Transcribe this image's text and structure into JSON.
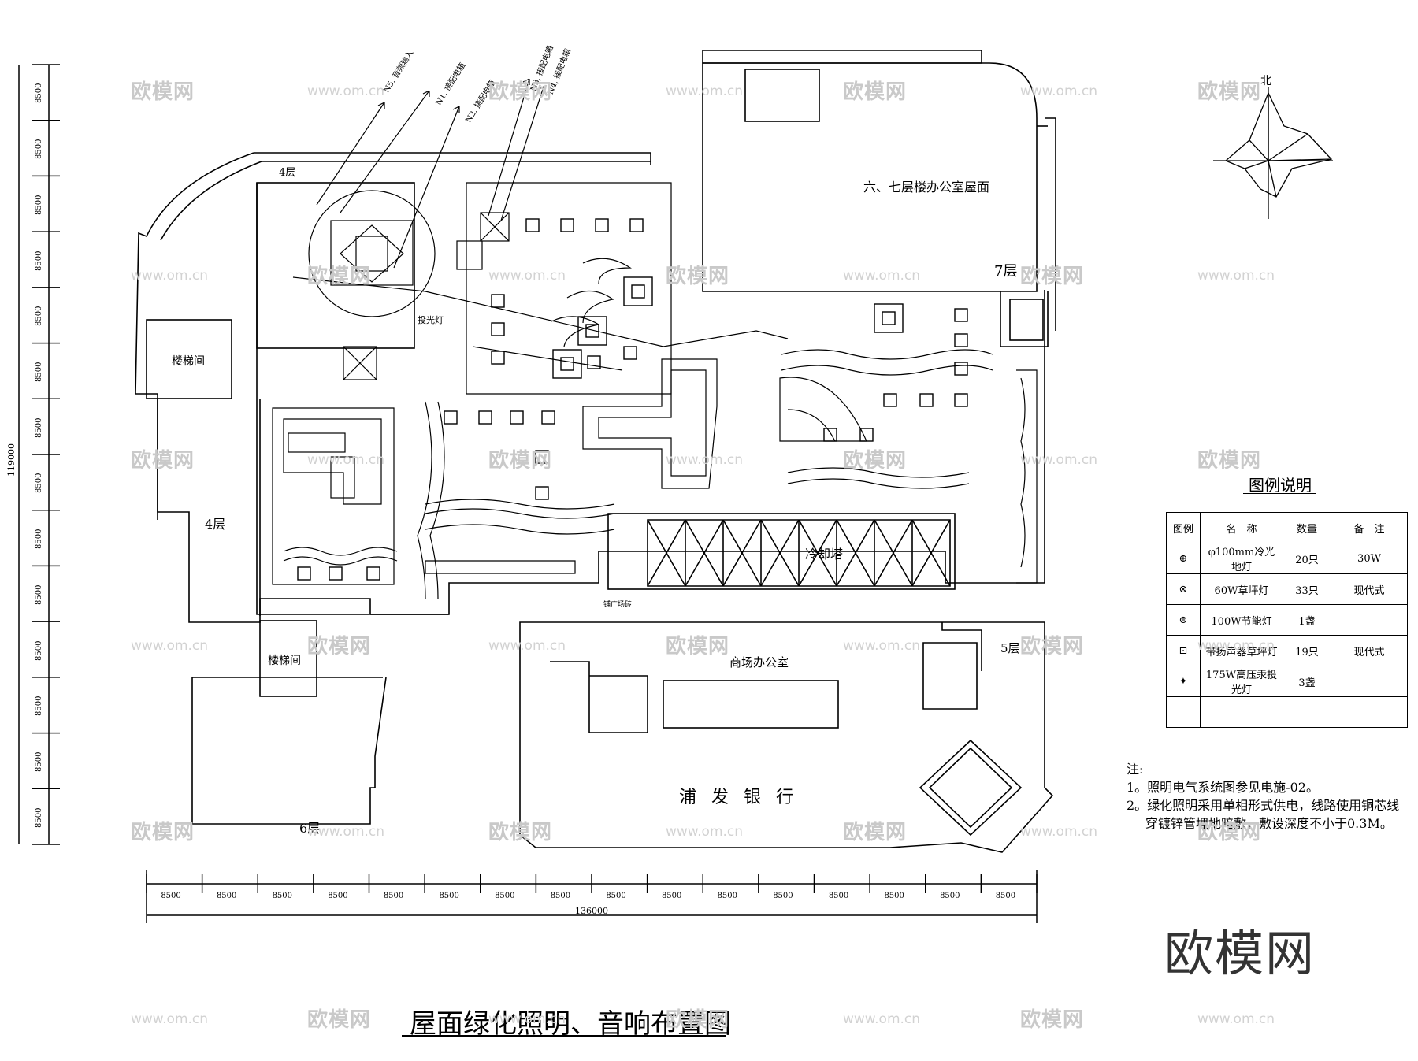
{
  "drawing_title": "屋面绿化照明、音响布置图",
  "compass": {
    "north": "北"
  },
  "dimensions": {
    "total_horizontal": "136000",
    "total_vertical": "119000",
    "horizontal_segments": [
      "8500",
      "8500",
      "8500",
      "8500",
      "8500",
      "8500",
      "8500",
      "8500",
      "8500",
      "8500",
      "8500",
      "8500",
      "8500",
      "8500",
      "8500",
      "8500"
    ],
    "vertical_segments": [
      "8500",
      "8500",
      "8500",
      "8500",
      "8500",
      "8500",
      "8500",
      "8500",
      "8500",
      "8500",
      "8500",
      "8500",
      "8500",
      "8500"
    ]
  },
  "room_labels": {
    "office_roof": "六、七层楼办公室屋面",
    "floor7": "7层",
    "floor4_top": "4层",
    "floor4_left": "4层",
    "stair_top": "楼梯间",
    "stair_bottom": "楼梯间",
    "floor6": "6层",
    "floor5": "5层",
    "cooling_tower": "冷却塔",
    "mall_office": "商场办公室",
    "bank": "浦 发 银 行",
    "plaza": "铺广场砖",
    "floodlight": "投光灯"
  },
  "circuit_labels": [
    "N5, 音频输入",
    "N1, 接配电箱",
    "N2, 接配电箱",
    "N3, 接配电箱",
    "N4, 接配电箱"
  ],
  "legend": {
    "title": "图例说明",
    "headers": [
      "图例",
      "名　称",
      "数量",
      "备　注"
    ],
    "rows": [
      {
        "symbol": "⊕",
        "name": "φ100mm冷光地灯",
        "qty": "20只",
        "note": "30W"
      },
      {
        "symbol": "⊗",
        "name": "60W草坪灯",
        "qty": "33只",
        "note": "现代式"
      },
      {
        "symbol": "⊜",
        "name": "100W节能灯",
        "qty": "1盏",
        "note": ""
      },
      {
        "symbol": "⊡",
        "name": "带扬声器草坪灯",
        "qty": "19只",
        "note": "现代式"
      },
      {
        "symbol": "✦",
        "name": "175W高压汞投光灯",
        "qty": "3盏",
        "note": ""
      },
      {
        "symbol": "",
        "name": "",
        "qty": "",
        "note": ""
      }
    ]
  },
  "notes": {
    "heading": "注:",
    "items": [
      "1。照明电气系统图参见电施-02。",
      "2。绿化照明采用单相形式供电，线路使用铜芯线",
      "穿镀锌管埋地暗敷，敷设深度不小于0.3M。"
    ]
  },
  "watermark": {
    "brand": "欧模网",
    "url": "www.om.cn",
    "corner_mark": "欧模网"
  }
}
